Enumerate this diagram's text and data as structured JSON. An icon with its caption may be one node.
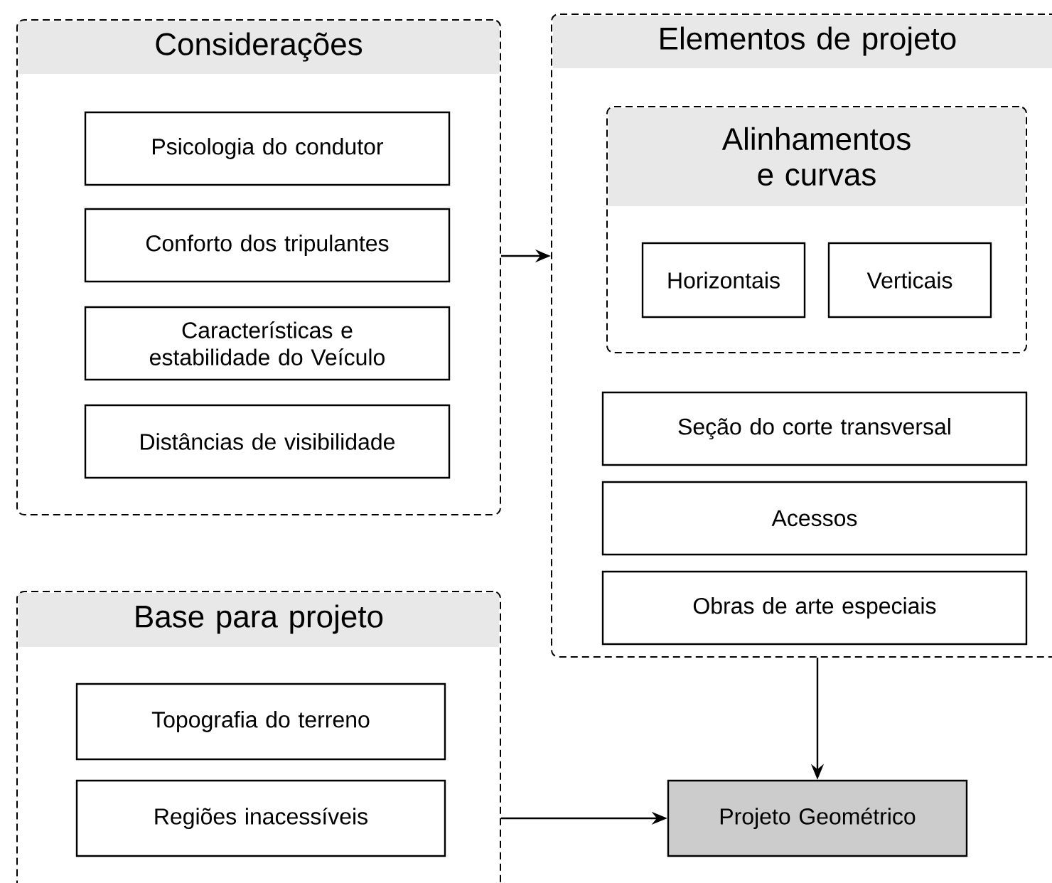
{
  "diagram": {
    "nodes": [
      {
        "text": [
          "Considerações"
        ]
      },
      {
        "text": [
          "Psicologia do condutor"
        ],
        "in": 0
      },
      {
        "text": [
          "Conforto dos tripulantes"
        ],
        "in": 0
      },
      {
        "text": [
          "Características e estabilidade do Veículo"
        ],
        "in": 0
      },
      {
        "text": [
          "Distâncias de visibilidade"
        ],
        "in": 0
      },
      {
        "text": [
          "Elementos de projeto"
        ]
      },
      {
        "text": [
          "Alinhamentos e curvas"
        ],
        "in": 5
      },
      {
        "text": [
          "Horizontais"
        ],
        "in": 6
      },
      {
        "text": [
          "Verticais"
        ],
        "in": 6
      },
      {
        "text": [
          "Seção do corte transversal"
        ],
        "in": 5
      },
      {
        "text": [
          "Acessos"
        ],
        "in": 5
      },
      {
        "text": [
          "Obras de arte especiais"
        ],
        "in": 5
      },
      {
        "text": [
          "Base para projeto"
        ]
      },
      {
        "text": [
          "Topografia do terreno"
        ],
        "in": 12
      },
      {
        "text": [
          "Regiões inacessíveis"
        ],
        "in": 12
      },
      {
        "text": [
          "Projeto Geométrico"
        ]
      }
    ],
    "edges": [
      {
        "from": 0,
        "to": 5,
        "arrow": "to"
      },
      {
        "from": 5,
        "to": 15,
        "arrow": "to"
      },
      {
        "from": 12,
        "to": 15,
        "arrow": "to"
      }
    ]
  }
}
